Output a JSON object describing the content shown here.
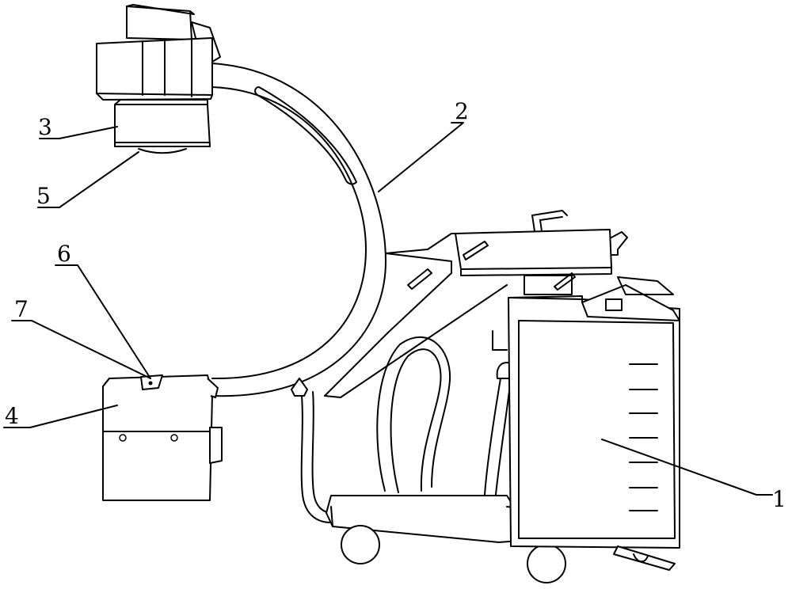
{
  "labels": {
    "1": "1",
    "2": "2",
    "3": "3",
    "4": "4",
    "5": "5",
    "6": "6",
    "7": "7"
  }
}
